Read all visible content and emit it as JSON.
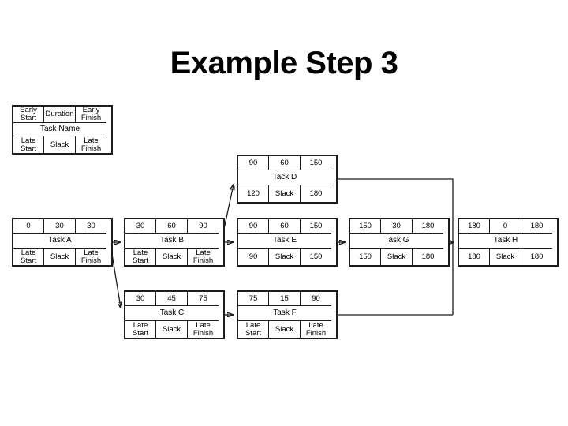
{
  "slide": {
    "title": "Example Step 3"
  },
  "colors": {
    "line": "#1c1c1c",
    "background": "#ffffff",
    "text": "#000000"
  },
  "legend": {
    "top": [
      "Early Start",
      "Duration",
      "Early Finish"
    ],
    "middle": "Task Name",
    "bottom": [
      "Late Start",
      "Slack",
      "Late Finish"
    ]
  },
  "tasks": {
    "a": {
      "top": [
        "0",
        "30",
        "30"
      ],
      "name": "Task A",
      "bottom": [
        "Late Start",
        "Slack",
        "Late Finish"
      ]
    },
    "b": {
      "top": [
        "30",
        "60",
        "90"
      ],
      "name": "Task B",
      "bottom": [
        "Late Start",
        "Slack",
        "Late Finish"
      ]
    },
    "c": {
      "top": [
        "30",
        "45",
        "75"
      ],
      "name": "Task C",
      "bottom": [
        "Late Start",
        "Slack",
        "Late Finish"
      ]
    },
    "d": {
      "top": [
        "90",
        "60",
        "150"
      ],
      "name": "Tack D",
      "bottom": [
        "120",
        "Slack",
        "180"
      ]
    },
    "e": {
      "top": [
        "90",
        "60",
        "150"
      ],
      "name": "Task E",
      "bottom": [
        "90",
        "Slack",
        "150"
      ]
    },
    "f": {
      "top": [
        "75",
        "15",
        "90"
      ],
      "name": "Task F",
      "bottom": [
        "Late Start",
        "Slack",
        "Late Finish"
      ]
    },
    "g": {
      "top": [
        "150",
        "30",
        "180"
      ],
      "name": "Task G",
      "bottom": [
        "150",
        "Slack",
        "180"
      ]
    },
    "h": {
      "top": [
        "180",
        "0",
        "180"
      ],
      "name": "Task H",
      "bottom": [
        "180",
        "Slack",
        "180"
      ]
    }
  }
}
